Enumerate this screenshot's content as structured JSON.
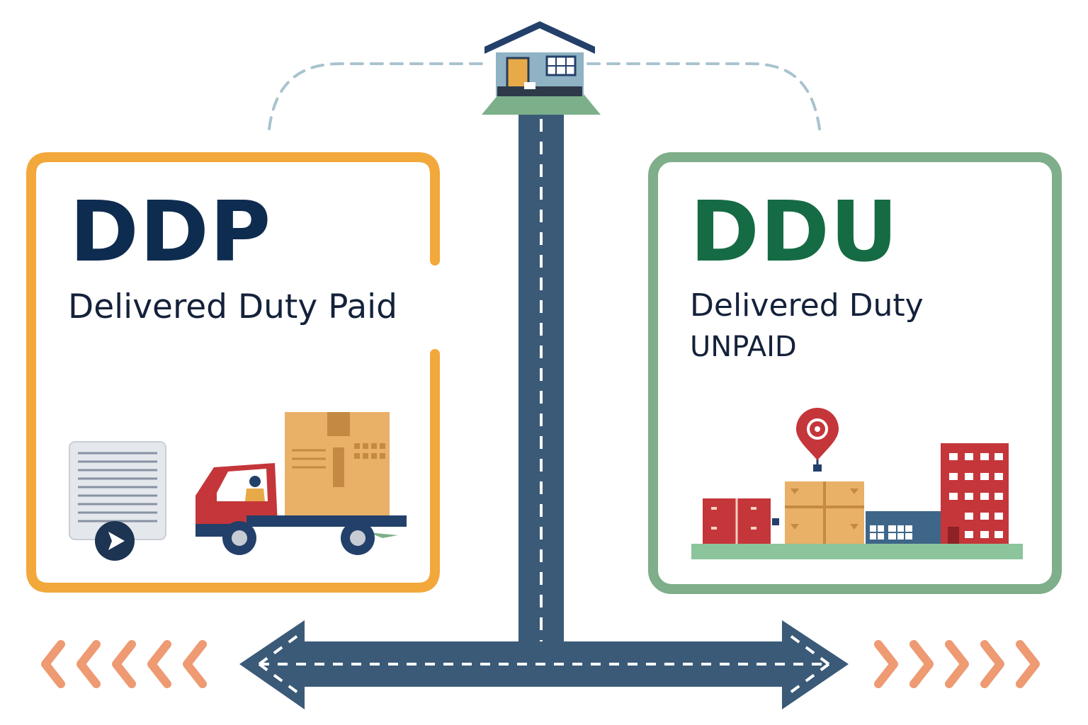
{
  "ddp": {
    "acronym": "DDP",
    "full_name": "Delivered Duty Paid",
    "color": "#0e2c4f",
    "border_color": "#f2a83b"
  },
  "ddu": {
    "acronym": "DDU",
    "full_name_line1": "Delivered Duty",
    "full_name_line2": "UNPAID",
    "color": "#156b44",
    "border_color": "#7eae8a"
  },
  "road": {
    "color": "#3b5a78",
    "dash_color": "#ffffff"
  },
  "connector": {
    "color": "#a9c3cf"
  },
  "chevrons": {
    "color": "#ee9a72",
    "left_count": 5,
    "right_count": 5
  },
  "icons": {
    "ddp": [
      "document-icon",
      "play-icon",
      "delivery-truck-icon",
      "parcel-box-icon"
    ],
    "ddu": [
      "location-pin-icon",
      "warehouse-icon",
      "parcel-box-icon",
      "city-building-icon"
    ],
    "top": [
      "house-icon"
    ]
  }
}
